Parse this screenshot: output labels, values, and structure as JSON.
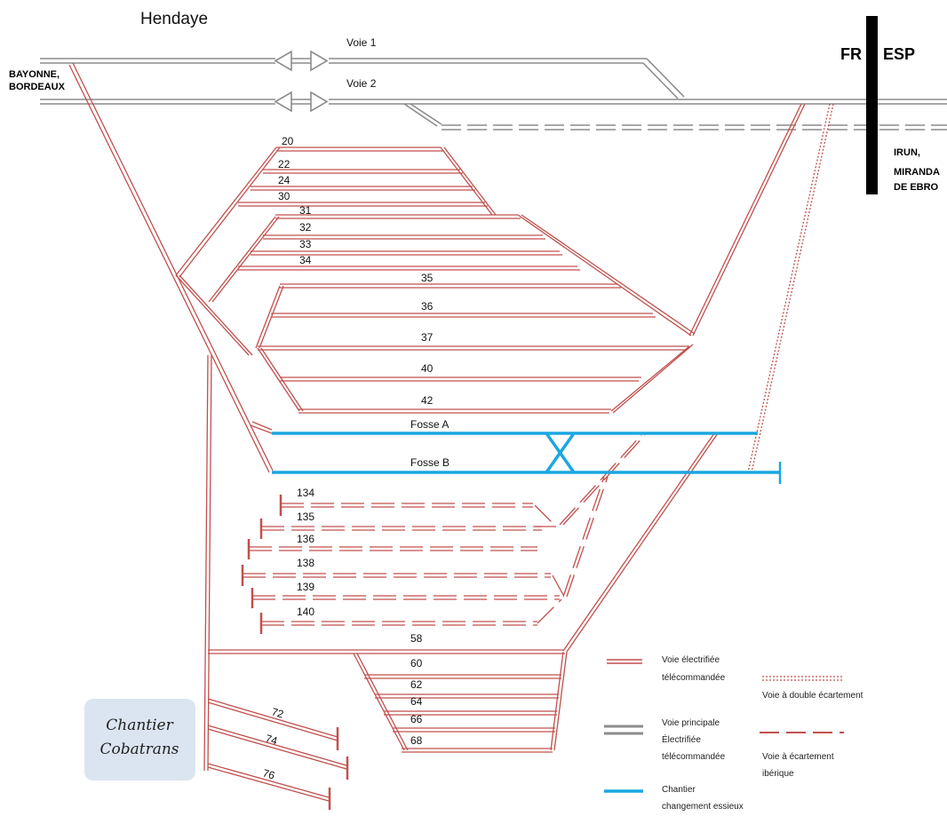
{
  "station": {
    "title": "Hendaye"
  },
  "border": {
    "fr": "FR",
    "esp": "ESP"
  },
  "destinations": {
    "west_line1": "BAYONNE,",
    "west_line2": "BORDEAUX",
    "east_line1": "IRUN,",
    "east_line2": "MIRANDA",
    "east_line3": "DE EBRO"
  },
  "main_tracks": {
    "voie1": "Voie 1",
    "voie2": "Voie 2"
  },
  "siding_numbers": [
    "20",
    "22",
    "24",
    "30",
    "31",
    "32",
    "33",
    "34",
    "35",
    "36",
    "37",
    "40",
    "42"
  ],
  "fosse": {
    "a": "Fosse A",
    "b": "Fosse B"
  },
  "iberian_numbers": [
    "134",
    "135",
    "136",
    "138",
    "139",
    "140"
  ],
  "lower_numbers": [
    "58",
    "60",
    "62",
    "64",
    "66",
    "68"
  ],
  "cobatrans_numbers": [
    "72",
    "74",
    "76"
  ],
  "chantier": {
    "line1": "Chantier",
    "line2": "Cobatrans"
  },
  "legend": {
    "electrified_1": "Voie électrifiée",
    "electrified_2": "télécommandée",
    "main_1": "Voie principale",
    "main_2": "Électrifiée",
    "main_3": "télécommandée",
    "axle_1": "Chantier",
    "axle_2": "changement essieux",
    "dual_gauge": "Voie à double écartement",
    "iberian_1": "Voie à écartement",
    "iberian_2": "ibérique"
  },
  "colors": {
    "electrified": "#c0504d",
    "main": "#8c8c8c",
    "axle": "#1aa7e0",
    "border": "#000000",
    "chantier_box": "#dbe5f1"
  }
}
